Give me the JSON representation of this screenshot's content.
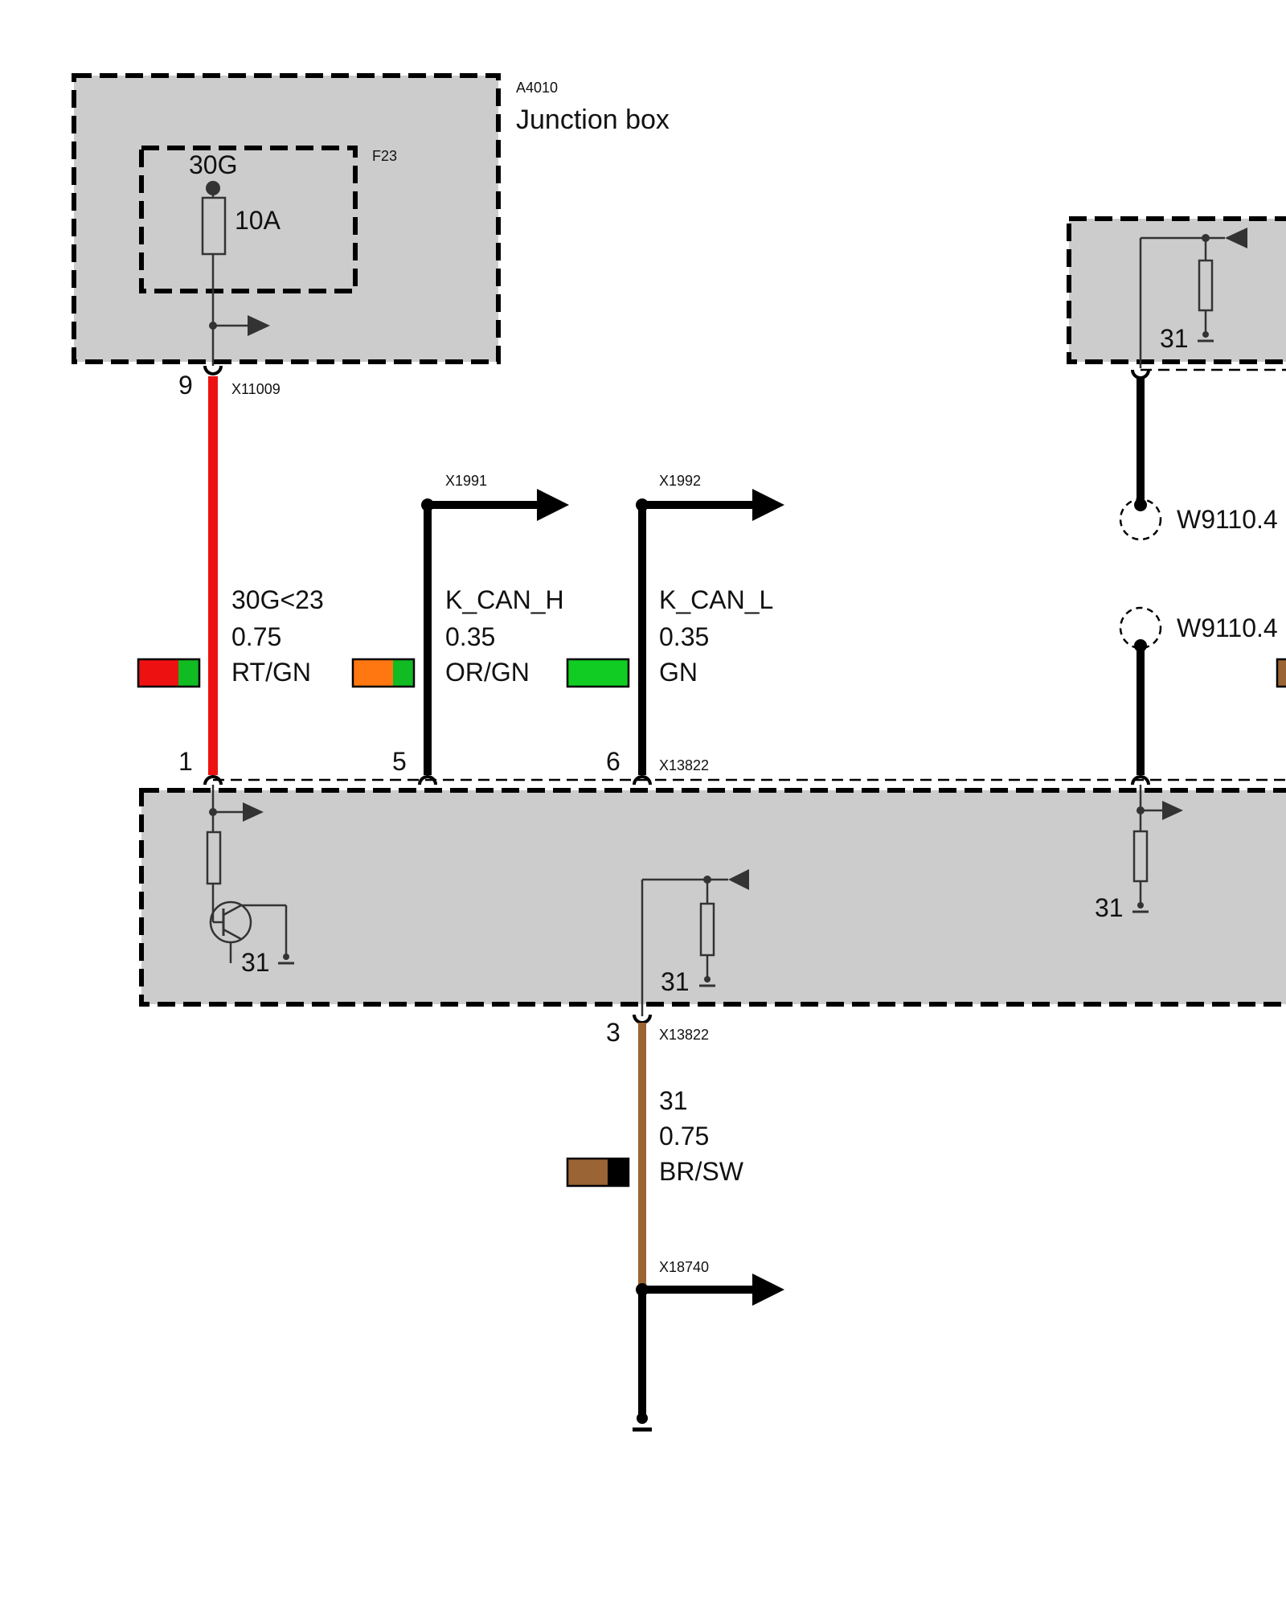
{
  "junction_box": {
    "id": "A4010",
    "name": "Junction box"
  },
  "fuse": {
    "id": "F23",
    "terminal": "30G",
    "rating": "10A"
  },
  "connectors": {
    "top": "X11009",
    "x1991": "X1991",
    "x1992": "X1992",
    "module_top": "X13822",
    "module_bottom": "X13822",
    "ground_branch": "X18740"
  },
  "pins": {
    "p9": "9",
    "p1": "1",
    "p5": "5",
    "p6": "6",
    "p3": "3"
  },
  "wires": [
    {
      "signal": "30G<23",
      "gauge": "0.75",
      "color_code": "RT/GN",
      "colors": [
        "#ee1111",
        "#11bb22"
      ]
    },
    {
      "signal": "K_CAN_H",
      "gauge": "0.35",
      "color_code": "OR/GN",
      "colors": [
        "#ff7711",
        "#11bb22"
      ]
    },
    {
      "signal": "K_CAN_L",
      "gauge": "0.35",
      "color_code": "GN",
      "colors": [
        "#11cc22"
      ]
    },
    {
      "signal": "31",
      "gauge": "0.75",
      "color_code": "BR/SW",
      "colors": [
        "#9a6434",
        "#000000"
      ]
    }
  ],
  "ground_labels": {
    "module_left": "31",
    "module_mid": "31",
    "module_right": "31",
    "right_box": "31"
  },
  "splices": {
    "upper": "W9110.4",
    "lower": "W9110.4"
  },
  "colors": {
    "box_fill": "#cccccc",
    "red_wire": "#ee1111",
    "brown_wire": "#9a6434",
    "line": "#000000"
  }
}
